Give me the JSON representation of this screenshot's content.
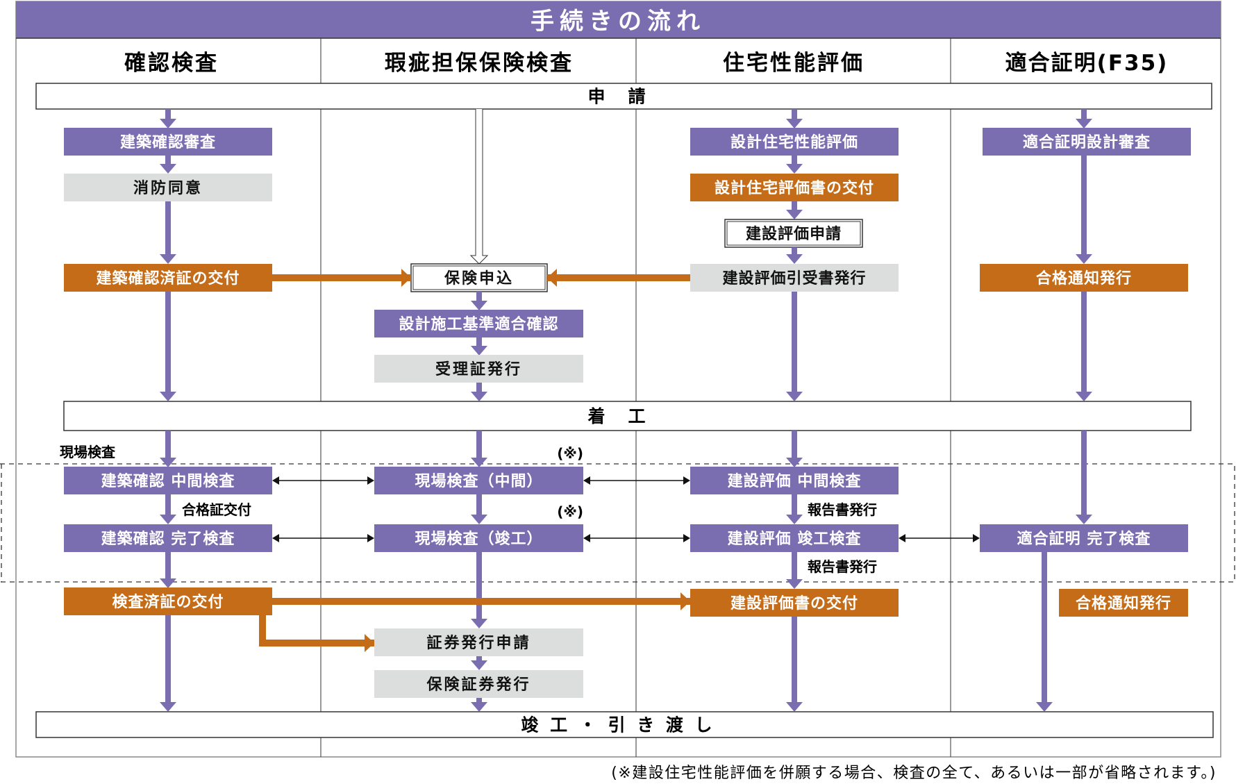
{
  "title": "手続きの流れ",
  "columns": [
    "確認検査",
    "瑕疵担保保険検査",
    "住宅性能評価",
    "適合証明(F35)"
  ],
  "bands": {
    "apply": "申　請",
    "start": "着　工",
    "finish": "竣 工 ・ 引 き 渡 し"
  },
  "labels": {
    "site_inspection": "現場検査",
    "note_mark_1": "(※)",
    "note_mark_2": "(※)",
    "pass_cert": "合格証交付",
    "report_1": "報告書発行",
    "report_2": "報告書発行"
  },
  "boxes": {
    "c1_review": "建築確認審査",
    "c1_fire": "消防同意",
    "c1_cert": "建築確認済証の交付",
    "c1_mid": "建築確認 中間検査",
    "c1_final": "建築確認 完了検査",
    "c1_done": "検査済証の交付",
    "c2_apply": "保険申込",
    "c2_check": "設計施工基準適合確認",
    "c2_receipt": "受理証発行",
    "c2_mid": "現場検査（中間）",
    "c2_final": "現場検査（竣工）",
    "c2_req": "証券発行申請",
    "c2_policy": "保険証券発行",
    "c3_design": "設計住宅性能評価",
    "c3_design_doc": "設計住宅評価書の交付",
    "c3_const_apply": "建設評価申請",
    "c3_accept": "建設評価引受書発行",
    "c3_mid": "建設評価 中間検査",
    "c3_final": "建設評価 竣工検査",
    "c3_doc": "建設評価書の交付",
    "c4_review": "適合証明設計審査",
    "c4_pass1": "合格通知発行",
    "c4_final": "適合証明 完了検査",
    "c4_pass2": "合格通知発行"
  },
  "footnote": "(※建設住宅性能評価を併願する場合、検査の全て、あるいは一部が省略されます。)",
  "colors": {
    "purple": "#7a6db0",
    "orange": "#c46c17",
    "gray": "#dcdedd"
  }
}
